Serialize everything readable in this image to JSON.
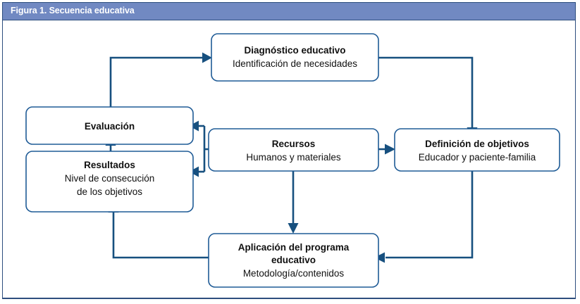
{
  "figure": {
    "title": "Figura 1. Secuencia educativa",
    "header_color": "#7189c2",
    "frame_color": "#2d4e7e",
    "box_border_color": "#1f5b96",
    "connector_color": "#17507f",
    "text_color": "#101010"
  },
  "nodes": [
    {
      "id": "diagnostico",
      "lines": [
        {
          "text": "Diagnóstico educativo",
          "bold": true
        },
        {
          "text": "Identificación de necesidades",
          "bold": false
        }
      ]
    },
    {
      "id": "evaluacion",
      "lines": [
        {
          "text": "Evaluación",
          "bold": true
        }
      ]
    },
    {
      "id": "resultados",
      "lines": [
        {
          "text": "Resultados",
          "bold": true
        },
        {
          "text": "Nivel de consecución",
          "bold": false
        },
        {
          "text": "de los objetivos",
          "bold": false
        }
      ]
    },
    {
      "id": "recursos",
      "lines": [
        {
          "text": "Recursos",
          "bold": true
        },
        {
          "text": "Humanos y materiales",
          "bold": false
        }
      ]
    },
    {
      "id": "objetivos",
      "lines": [
        {
          "text": "Definición de objetivos",
          "bold": true
        },
        {
          "text": "Educador y paciente-familia",
          "bold": false
        }
      ]
    },
    {
      "id": "aplicacion",
      "lines": [
        {
          "text": "Aplicación del programa",
          "bold": true
        },
        {
          "text": "educativo",
          "bold": true
        },
        {
          "text": "Metodología/contenidos",
          "bold": false
        }
      ]
    }
  ],
  "flow": {
    "edges": [
      {
        "from": "evaluacion",
        "to": "diagnostico"
      },
      {
        "from": "diagnostico",
        "to": "objetivos"
      },
      {
        "from": "recursos",
        "to": "objetivos"
      },
      {
        "from": "recursos",
        "to": "evaluacion"
      },
      {
        "from": "recursos",
        "to": "resultados"
      },
      {
        "from": "recursos",
        "to": "aplicacion"
      },
      {
        "from": "objetivos",
        "to": "aplicacion"
      },
      {
        "from": "aplicacion",
        "to": "resultados"
      },
      {
        "from": "resultados",
        "to": "evaluacion"
      }
    ]
  }
}
